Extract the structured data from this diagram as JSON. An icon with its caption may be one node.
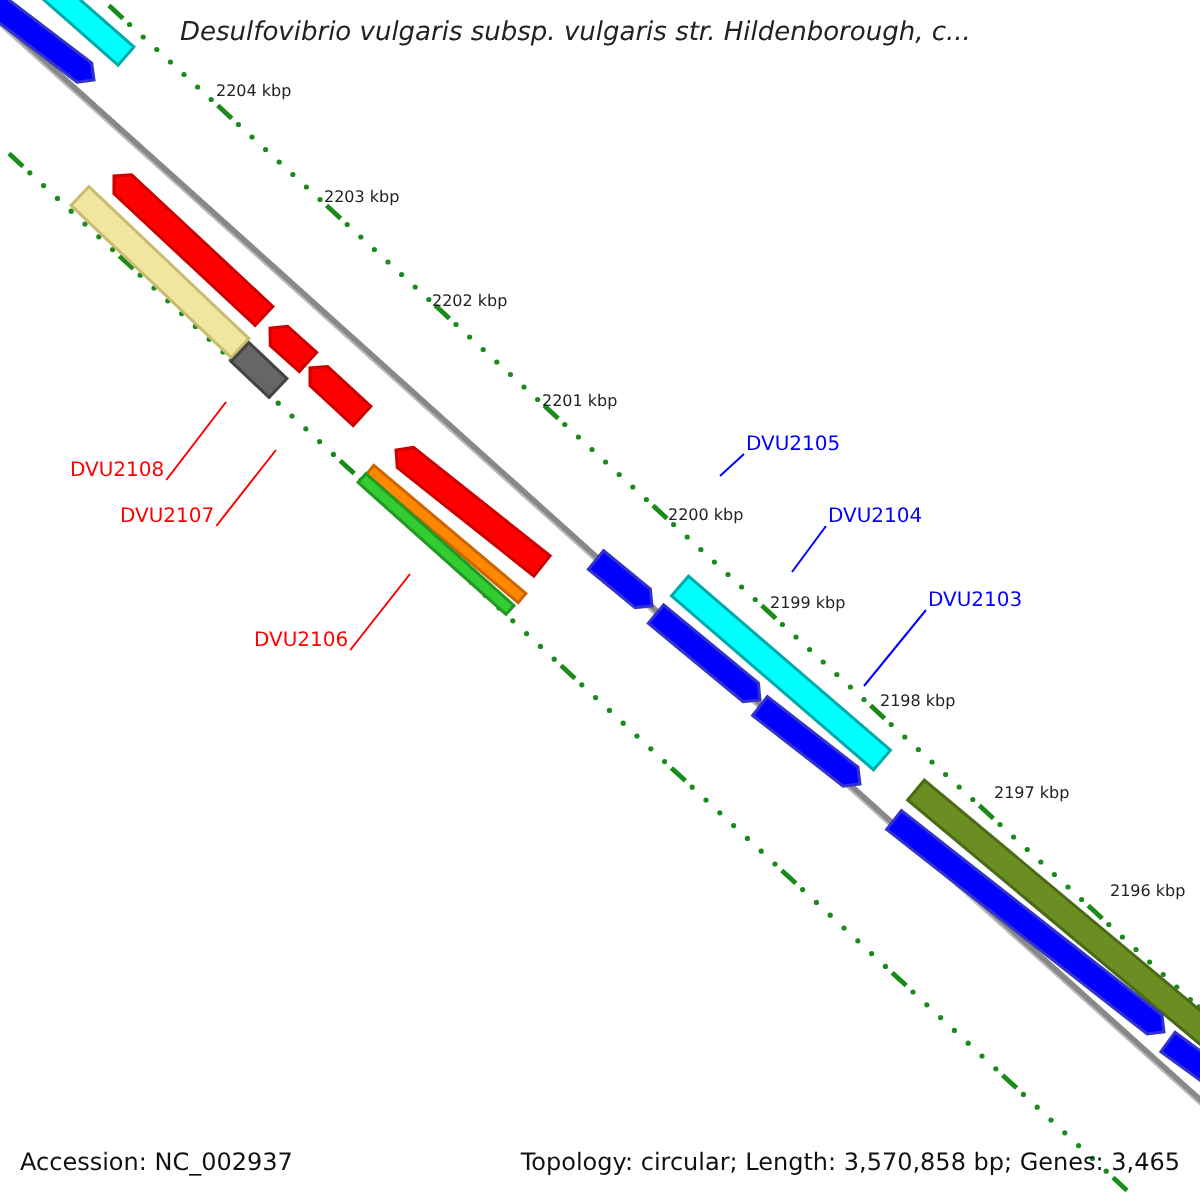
{
  "diagram": {
    "title": "Desulfovibrio vulgaris subsp. vulgaris str. Hildenborough, c...",
    "nodes": [
      {
        "text": [
          "DVU2108"
        ]
      },
      {
        "text": [
          "DVU2107"
        ]
      },
      {
        "text": [
          "DVU2106"
        ]
      },
      {
        "text": [
          "DVU2105"
        ]
      },
      {
        "text": [
          "DVU2104"
        ]
      },
      {
        "text": [
          "DVU2103"
        ]
      }
    ],
    "edges": [
      {
        "from": 0,
        "to": null,
        "arrow": "none",
        "color": "#ff0000"
      },
      {
        "from": 1,
        "to": null,
        "arrow": "none",
        "color": "#ff0000"
      },
      {
        "from": 2,
        "to": null,
        "arrow": "none",
        "color": "#ff0000"
      },
      {
        "from": 3,
        "to": null,
        "arrow": "none",
        "color": "#0000ff"
      },
      {
        "from": 4,
        "to": null,
        "arrow": "none",
        "color": "#0000ff"
      },
      {
        "from": 5,
        "to": null,
        "arrow": "none",
        "color": "#0000ff"
      }
    ],
    "labels": [
      "2204 kbp",
      "2203 kbp",
      "2202 kbp",
      "2201 kbp",
      "2200 kbp",
      "2199 kbp",
      "2198 kbp",
      "2197 kbp",
      "2196 kbp",
      "Accession: NC_002937",
      "Topology: circular; Length: 3,570,858 bp; Genes: 3,465"
    ]
  }
}
